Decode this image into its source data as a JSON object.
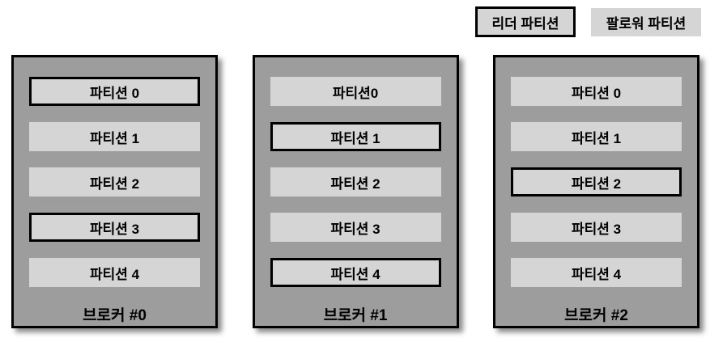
{
  "legend": {
    "leader_label": "리더 파티션",
    "follower_label": "팔로워 파티션"
  },
  "colors": {
    "background": "#ffffff",
    "broker_fill": "#9d9d9d",
    "partition_fill": "#d5d5d5",
    "border": "#000000",
    "text": "#000000"
  },
  "brokers": [
    {
      "label": "브로커 #0",
      "partitions": [
        {
          "label": "파티션 0",
          "role": "leader"
        },
        {
          "label": "파티션 1",
          "role": "follower"
        },
        {
          "label": "파티션 2",
          "role": "follower"
        },
        {
          "label": "파티션 3",
          "role": "leader"
        },
        {
          "label": "파티션 4",
          "role": "follower"
        }
      ]
    },
    {
      "label": "브로커 #1",
      "partitions": [
        {
          "label": "파티션0",
          "role": "follower"
        },
        {
          "label": "파티션 1",
          "role": "leader"
        },
        {
          "label": "파티션 2",
          "role": "follower"
        },
        {
          "label": "파티션 3",
          "role": "follower"
        },
        {
          "label": "파티션 4",
          "role": "leader"
        }
      ]
    },
    {
      "label": "브로커 #2",
      "partitions": [
        {
          "label": "파티션 0",
          "role": "follower"
        },
        {
          "label": "파티션 1",
          "role": "follower"
        },
        {
          "label": "파티션 2",
          "role": "leader"
        },
        {
          "label": "파티션 3",
          "role": "follower"
        },
        {
          "label": "파티션 4",
          "role": "follower"
        }
      ]
    }
  ]
}
